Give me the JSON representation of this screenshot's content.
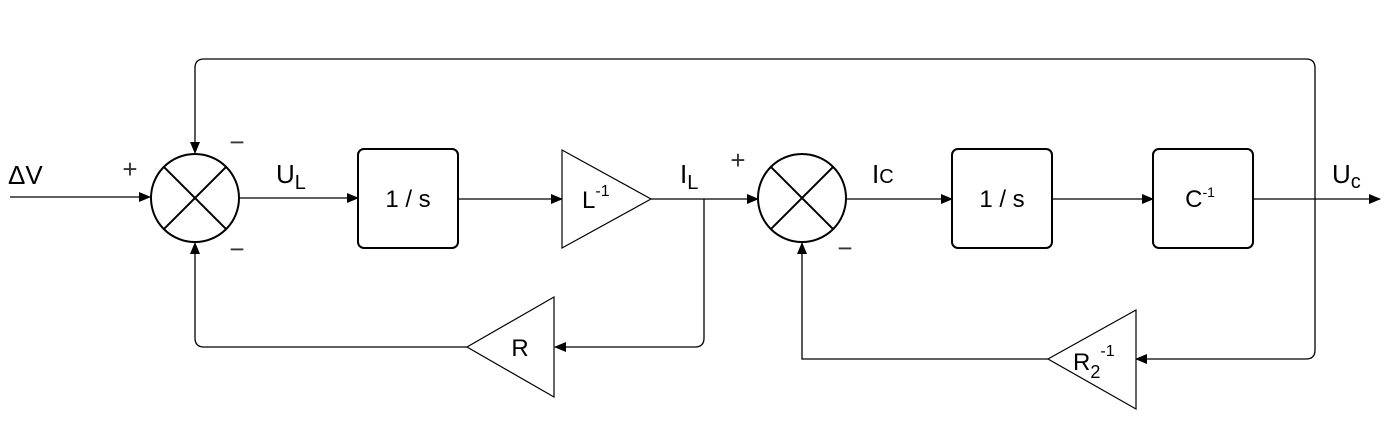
{
  "signals": {
    "input": "ΔV",
    "ul_main": "U",
    "ul_sub": "L",
    "il_main": "I",
    "il_sub": "L",
    "ic_main": "I",
    "ic_sub": "C",
    "uc_main": "U",
    "uc_sub": "c"
  },
  "blocks": {
    "integrator1": "1 / s",
    "integrator2": "1 / s",
    "gain_l_main": "L",
    "gain_l_sup": "-1",
    "gain_c_main": "C",
    "gain_c_sup": "-1",
    "gain_r": "R",
    "gain_r2_main": "R",
    "gain_r2_sub": "2",
    "gain_r2_sup": "-1"
  },
  "signs": {
    "j1_left": "+",
    "j1_top": "−",
    "j1_bottom": "−",
    "j2_left": "+",
    "j2_bottom": "−"
  }
}
